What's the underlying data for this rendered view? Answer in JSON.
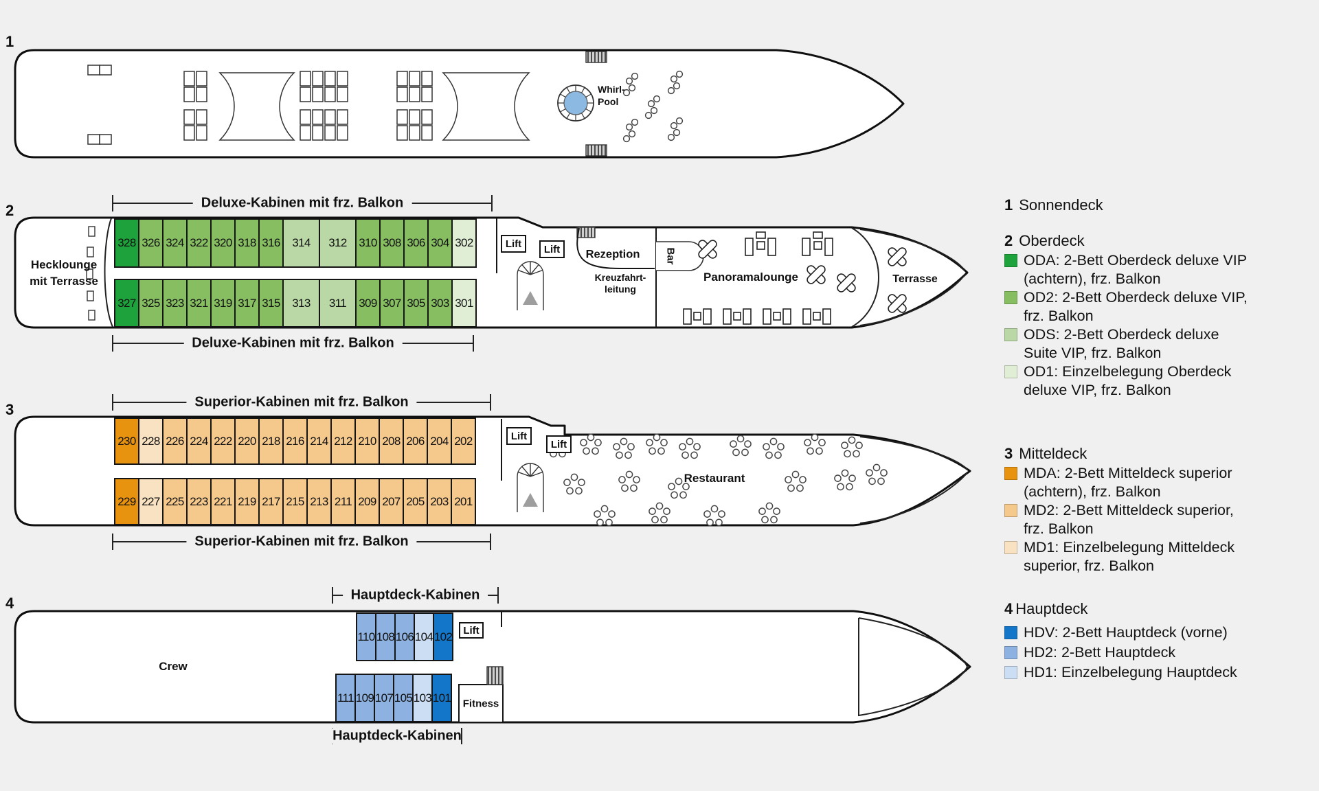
{
  "colors": {
    "oda": "#1ea33c",
    "od2": "#87be62",
    "ods": "#b9d8a5",
    "od1": "#dfeed5",
    "mda": "#e8930f",
    "md2": "#f5c88c",
    "md1": "#f9e2c2",
    "hdv": "#1376c8",
    "hd2": "#8db1e0",
    "hd1": "#ccdef3",
    "pool": "#8cb9e2"
  },
  "decks": {
    "d1": {
      "num": "1",
      "whirlpool_line1": "Whirl-",
      "whirlpool_line2": "Pool"
    },
    "d2": {
      "num": "2",
      "label_top": "Deluxe-Kabinen mit frz. Balkon",
      "label_bottom": "Deluxe-Kabinen mit frz. Balkon",
      "hecklounge_line1": "Hecklounge",
      "hecklounge_line2": "mit Terrasse",
      "lift_a": "Lift",
      "lift_b": "Lift",
      "rezeption": "Rezeption",
      "kreuzfahrt_line1": "Kreuzfahrt-",
      "kreuzfahrt_line2": "leitung",
      "bar": "Bar",
      "panoramalounge": "Panoramalounge",
      "terrasse": "Terrasse",
      "cabins_top": [
        {
          "n": "328",
          "t": "oda",
          "w": 37
        },
        {
          "n": "326",
          "t": "od2",
          "w": 37
        },
        {
          "n": "324",
          "t": "od2",
          "w": 37
        },
        {
          "n": "322",
          "t": "od2",
          "w": 37
        },
        {
          "n": "320",
          "t": "od2",
          "w": 37
        },
        {
          "n": "318",
          "t": "od2",
          "w": 37
        },
        {
          "n": "316",
          "t": "od2",
          "w": 37
        },
        {
          "n": "314",
          "t": "ods",
          "w": 55
        },
        {
          "n": "312",
          "t": "ods",
          "w": 55
        },
        {
          "n": "310",
          "t": "od2",
          "w": 37
        },
        {
          "n": "308",
          "t": "od2",
          "w": 37
        },
        {
          "n": "306",
          "t": "od2",
          "w": 37
        },
        {
          "n": "304",
          "t": "od2",
          "w": 37
        },
        {
          "n": "302",
          "t": "od1",
          "w": 37
        }
      ],
      "cabins_bottom": [
        {
          "n": "327",
          "t": "oda",
          "w": 37
        },
        {
          "n": "325",
          "t": "od2",
          "w": 37
        },
        {
          "n": "323",
          "t": "od2",
          "w": 37
        },
        {
          "n": "321",
          "t": "od2",
          "w": 37
        },
        {
          "n": "319",
          "t": "od2",
          "w": 37
        },
        {
          "n": "317",
          "t": "od2",
          "w": 37
        },
        {
          "n": "315",
          "t": "od2",
          "w": 37
        },
        {
          "n": "313",
          "t": "ods",
          "w": 55
        },
        {
          "n": "311",
          "t": "ods",
          "w": 55
        },
        {
          "n": "309",
          "t": "od2",
          "w": 37
        },
        {
          "n": "307",
          "t": "od2",
          "w": 37
        },
        {
          "n": "305",
          "t": "od2",
          "w": 37
        },
        {
          "n": "303",
          "t": "od2",
          "w": 37
        },
        {
          "n": "301",
          "t": "od1",
          "w": 37
        }
      ]
    },
    "d3": {
      "num": "3",
      "label_top": "Superior-Kabinen mit frz. Balkon",
      "label_bottom": "Superior-Kabinen mit frz. Balkon",
      "lift_a": "Lift",
      "lift_b": "Lift",
      "restaurant": "Restaurant",
      "cabins_top": [
        {
          "n": "230",
          "t": "mda",
          "w": 37
        },
        {
          "n": "228",
          "t": "md1",
          "w": 37
        },
        {
          "n": "226",
          "t": "md2",
          "w": 37
        },
        {
          "n": "224",
          "t": "md2",
          "w": 37
        },
        {
          "n": "222",
          "t": "md2",
          "w": 37
        },
        {
          "n": "220",
          "t": "md2",
          "w": 37
        },
        {
          "n": "218",
          "t": "md2",
          "w": 37
        },
        {
          "n": "216",
          "t": "md2",
          "w": 37
        },
        {
          "n": "214",
          "t": "md2",
          "w": 37
        },
        {
          "n": "212",
          "t": "md2",
          "w": 37
        },
        {
          "n": "210",
          "t": "md2",
          "w": 37
        },
        {
          "n": "208",
          "t": "md2",
          "w": 37
        },
        {
          "n": "206",
          "t": "md2",
          "w": 37
        },
        {
          "n": "204",
          "t": "md2",
          "w": 37
        },
        {
          "n": "202",
          "t": "md2",
          "w": 37
        }
      ],
      "cabins_bottom": [
        {
          "n": "229",
          "t": "mda",
          "w": 37
        },
        {
          "n": "227",
          "t": "md1",
          "w": 37
        },
        {
          "n": "225",
          "t": "md2",
          "w": 37
        },
        {
          "n": "223",
          "t": "md2",
          "w": 37
        },
        {
          "n": "221",
          "t": "md2",
          "w": 37
        },
        {
          "n": "219",
          "t": "md2",
          "w": 37
        },
        {
          "n": "217",
          "t": "md2",
          "w": 37
        },
        {
          "n": "215",
          "t": "md2",
          "w": 37
        },
        {
          "n": "213",
          "t": "md2",
          "w": 37
        },
        {
          "n": "211",
          "t": "md2",
          "w": 37
        },
        {
          "n": "209",
          "t": "md2",
          "w": 37
        },
        {
          "n": "207",
          "t": "md2",
          "w": 37
        },
        {
          "n": "205",
          "t": "md2",
          "w": 37
        },
        {
          "n": "203",
          "t": "md2",
          "w": 37
        },
        {
          "n": "201",
          "t": "md2",
          "w": 37
        }
      ]
    },
    "d4": {
      "num": "4",
      "label_top": "Hauptdeck-Kabinen",
      "label_bottom": "Hauptdeck-Kabinen",
      "crew": "Crew",
      "fitness": "Fitness",
      "lift": "Lift",
      "cabins_top": [
        {
          "n": "110",
          "t": "hd2",
          "w": 30
        },
        {
          "n": "108",
          "t": "hd2",
          "w": 30
        },
        {
          "n": "106",
          "t": "hd2",
          "w": 30
        },
        {
          "n": "104",
          "t": "hd1",
          "w": 30
        },
        {
          "n": "102",
          "t": "hdv",
          "w": 30
        }
      ],
      "cabins_bottom": [
        {
          "n": "111",
          "t": "hd2",
          "w": 30
        },
        {
          "n": "109",
          "t": "hd2",
          "w": 30
        },
        {
          "n": "107",
          "t": "hd2",
          "w": 30
        },
        {
          "n": "105",
          "t": "hd2",
          "w": 30
        },
        {
          "n": "103",
          "t": "hd1",
          "w": 30
        },
        {
          "n": "101",
          "t": "hdv",
          "w": 30
        }
      ]
    }
  },
  "legend": {
    "sonnendeck": {
      "num": "1",
      "name": "Sonnendeck"
    },
    "oberdeck": {
      "num": "2",
      "name": "Oberdeck",
      "items": [
        {
          "color": "oda",
          "line1": "ODA: 2-Bett Oberdeck deluxe VIP",
          "line2": "(achtern), frz. Balkon"
        },
        {
          "color": "od2",
          "line1": "OD2: 2-Bett Oberdeck deluxe VIP,",
          "line2": "frz. Balkon"
        },
        {
          "color": "ods",
          "line1": "ODS: 2-Bett Oberdeck deluxe",
          "line2": "Suite VIP, frz. Balkon"
        },
        {
          "color": "od1",
          "line1": "OD1: Einzelbelegung Oberdeck",
          "line2": "deluxe VIP, frz. Balkon"
        }
      ]
    },
    "mitteldeck": {
      "num": "3",
      "name": "Mitteldeck",
      "items": [
        {
          "color": "mda",
          "line1": "MDA: 2-Bett Mitteldeck superior",
          "line2": "(achtern), frz. Balkon"
        },
        {
          "color": "md2",
          "line1": "MD2: 2-Bett Mitteldeck superior,",
          "line2": "frz. Balkon"
        },
        {
          "color": "md1",
          "line1": "MD1: Einzelbelegung Mitteldeck",
          "line2": "superior, frz. Balkon"
        }
      ]
    },
    "hauptdeck": {
      "num": "4",
      "name": "Hauptdeck",
      "items": [
        {
          "color": "hdv",
          "line1": "HDV: 2-Bett Hauptdeck (vorne)"
        },
        {
          "color": "hd2",
          "line1": "HD2: 2-Bett Hauptdeck"
        },
        {
          "color": "hd1",
          "line1": "HD1: Einzelbelegung Hauptdeck"
        }
      ]
    }
  }
}
